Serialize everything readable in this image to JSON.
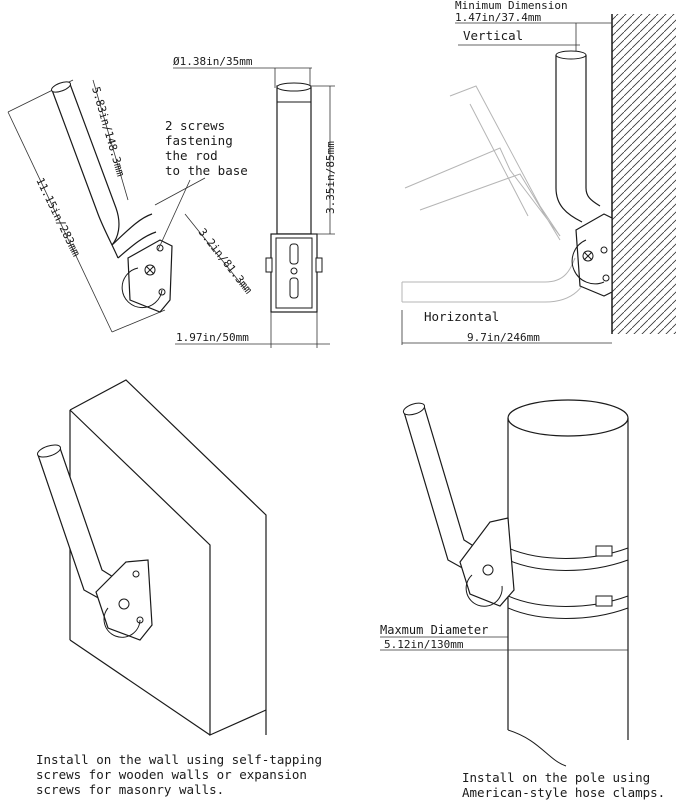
{
  "dimensions": {
    "tube_diameter": "Ø1.38in/35mm",
    "arm_length": "5.83in/148.3mm",
    "total_length": "11.15in/283mm",
    "offset": "3.2in/81.3mm",
    "base_width": "1.97in/50mm",
    "base_height": "3.35in/85mm",
    "min_dimension_title": "Minimum Dimension",
    "min_dimension_value": "1.47in/37.4mm",
    "vertical_label": "Vertical",
    "horizontal_label": "Horizontal",
    "horizontal_reach": "9.7in/246mm",
    "max_diameter_title": "Maxmum Diameter",
    "max_diameter_value": "5.12in/130mm"
  },
  "notes": {
    "screws": [
      "2 screws",
      "fastening",
      "the rod",
      "to the base"
    ]
  },
  "captions": {
    "wall": [
      "Install on the wall using self-tapping",
      "screws for wooden walls or expansion",
      "screws for masonry walls."
    ],
    "pole": [
      "Install on the pole using",
      "American-style hose clamps."
    ]
  }
}
